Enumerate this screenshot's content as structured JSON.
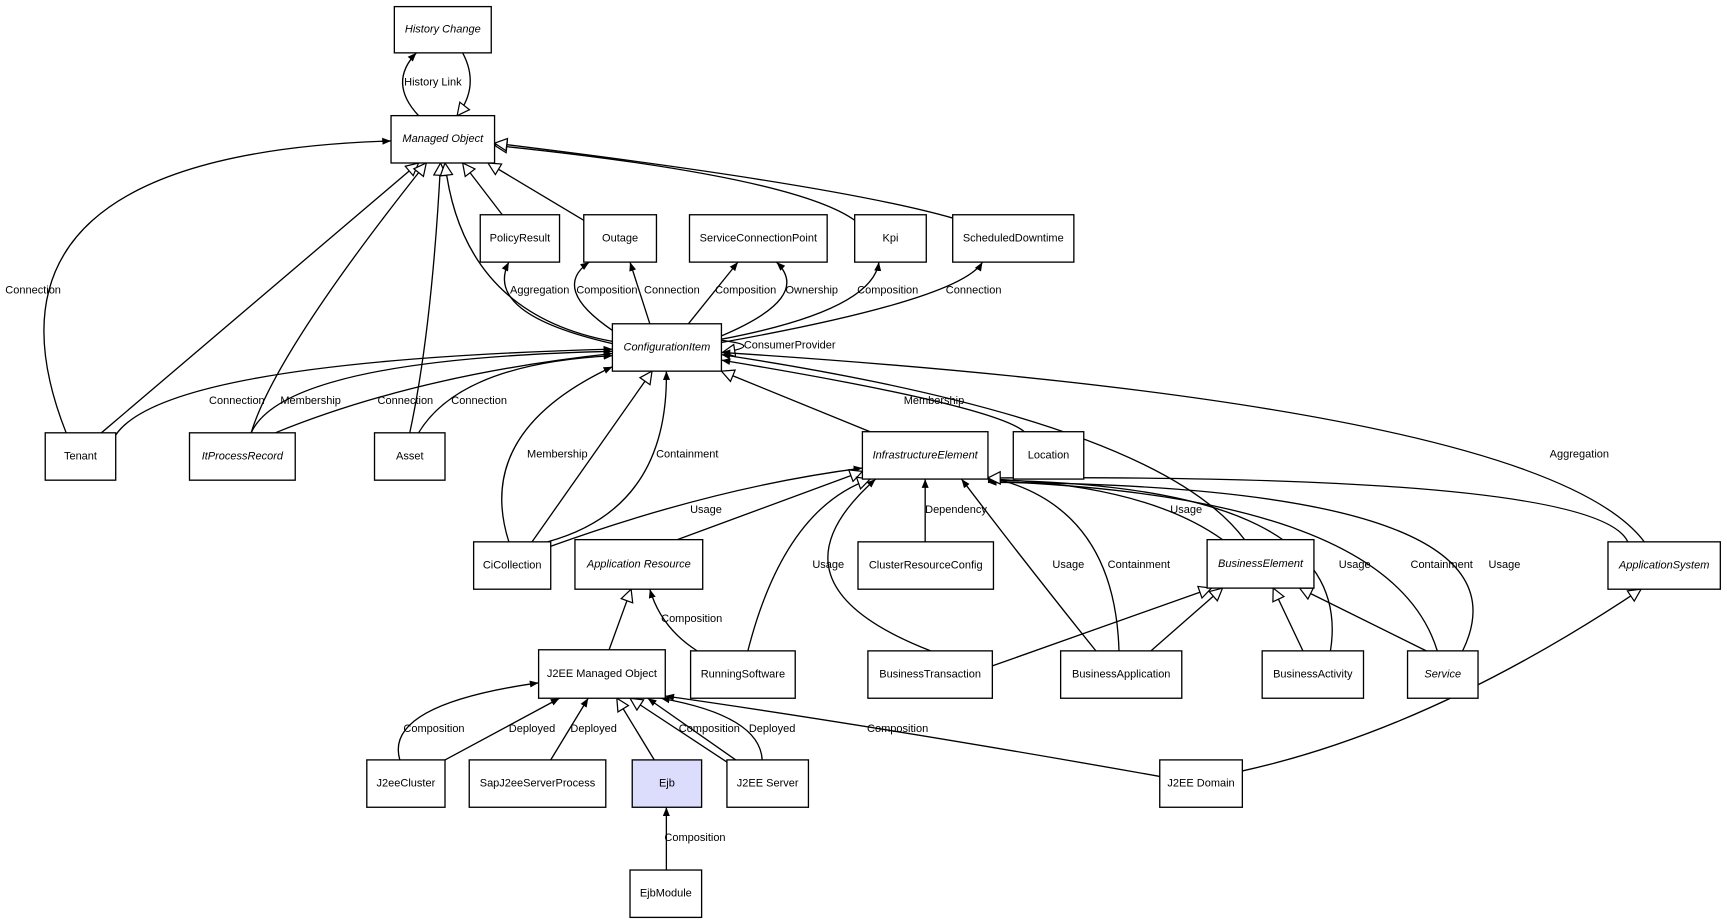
{
  "colors": {
    "highlight_fill": "#dcdcfc",
    "node_fill": "#ffffff",
    "stroke": "#000000"
  },
  "nodes": [
    {
      "id": "history_change",
      "label": "History Change",
      "abstract": true
    },
    {
      "id": "managed_object",
      "label": "Managed Object",
      "abstract": true
    },
    {
      "id": "policy_result",
      "label": "PolicyResult",
      "abstract": false
    },
    {
      "id": "outage",
      "label": "Outage",
      "abstract": false
    },
    {
      "id": "service_connection_point",
      "label": "ServiceConnectionPoint",
      "abstract": false
    },
    {
      "id": "kpi",
      "label": "Kpi",
      "abstract": false
    },
    {
      "id": "scheduled_downtime",
      "label": "ScheduledDowntime",
      "abstract": false
    },
    {
      "id": "configuration_item",
      "label": "ConfigurationItem",
      "abstract": true
    },
    {
      "id": "tenant",
      "label": "Tenant",
      "abstract": false
    },
    {
      "id": "it_process_record",
      "label": "ItProcessRecord",
      "abstract": true
    },
    {
      "id": "asset",
      "label": "Asset",
      "abstract": false
    },
    {
      "id": "infrastructure_element",
      "label": "InfrastructureElement",
      "abstract": true
    },
    {
      "id": "location",
      "label": "Location",
      "abstract": false
    },
    {
      "id": "ci_collection",
      "label": "CiCollection",
      "abstract": false
    },
    {
      "id": "application_resource",
      "label": "Application Resource",
      "abstract": true
    },
    {
      "id": "cluster_resource_config",
      "label": "ClusterResourceConfig",
      "abstract": false
    },
    {
      "id": "business_element",
      "label": "BusinessElement",
      "abstract": true
    },
    {
      "id": "application_system",
      "label": "ApplicationSystem",
      "abstract": true
    },
    {
      "id": "j2ee_managed_object",
      "label": "J2EE Managed Object",
      "abstract": false
    },
    {
      "id": "running_software",
      "label": "RunningSoftware",
      "abstract": false
    },
    {
      "id": "business_transaction",
      "label": "BusinessTransaction",
      "abstract": false
    },
    {
      "id": "business_application",
      "label": "BusinessApplication",
      "abstract": false
    },
    {
      "id": "business_activity",
      "label": "BusinessActivity",
      "abstract": false
    },
    {
      "id": "service",
      "label": "Service",
      "abstract": true
    },
    {
      "id": "j2ee_cluster",
      "label": "J2eeCluster",
      "abstract": false
    },
    {
      "id": "sap_j2ee_server_process",
      "label": "SapJ2eeServerProcess",
      "abstract": false
    },
    {
      "id": "ejb",
      "label": "Ejb",
      "abstract": false,
      "highlighted": true
    },
    {
      "id": "j2ee_server",
      "label": "J2EE Server",
      "abstract": false
    },
    {
      "id": "j2ee_domain",
      "label": "J2EE Domain",
      "abstract": false
    },
    {
      "id": "ejb_module",
      "label": "EjbModule",
      "abstract": false
    }
  ],
  "edges": [
    {
      "from": "managed_object",
      "to": "history_change",
      "kind": "association",
      "label": "History Link"
    },
    {
      "from": "history_change",
      "to": "managed_object",
      "kind": "generalization",
      "label": ""
    },
    {
      "from": "tenant",
      "to": "managed_object",
      "kind": "association",
      "label": "Connection"
    },
    {
      "from": "tenant",
      "to": "managed_object",
      "kind": "generalization",
      "label": ""
    },
    {
      "from": "it_process_record",
      "to": "managed_object",
      "kind": "generalization",
      "label": ""
    },
    {
      "from": "asset",
      "to": "managed_object",
      "kind": "generalization",
      "label": ""
    },
    {
      "from": "configuration_item",
      "to": "managed_object",
      "kind": "generalization",
      "label": ""
    },
    {
      "from": "policy_result",
      "to": "managed_object",
      "kind": "generalization",
      "label": ""
    },
    {
      "from": "outage",
      "to": "managed_object",
      "kind": "generalization",
      "label": ""
    },
    {
      "from": "kpi",
      "to": "managed_object",
      "kind": "generalization",
      "label": ""
    },
    {
      "from": "scheduled_downtime",
      "to": "managed_object",
      "kind": "generalization",
      "label": ""
    },
    {
      "from": "configuration_item",
      "to": "policy_result",
      "kind": "association",
      "label": "Aggregation"
    },
    {
      "from": "configuration_item",
      "to": "outage",
      "kind": "association",
      "label": "Composition"
    },
    {
      "from": "configuration_item",
      "to": "outage",
      "kind": "association",
      "label": "Connection"
    },
    {
      "from": "configuration_item",
      "to": "service_connection_point",
      "kind": "association",
      "label": "Composition"
    },
    {
      "from": "configuration_item",
      "to": "service_connection_point",
      "kind": "association",
      "label": "Ownership"
    },
    {
      "from": "configuration_item",
      "to": "kpi",
      "kind": "association",
      "label": "Composition"
    },
    {
      "from": "configuration_item",
      "to": "scheduled_downtime",
      "kind": "association",
      "label": "Connection"
    },
    {
      "from": "configuration_item",
      "to": "configuration_item",
      "kind": "generalization",
      "label": "ConsumerProvider"
    },
    {
      "from": "tenant",
      "to": "configuration_item",
      "kind": "association",
      "label": "Connection"
    },
    {
      "from": "it_process_record",
      "to": "configuration_item",
      "kind": "association",
      "label": "Membership"
    },
    {
      "from": "it_process_record",
      "to": "configuration_item",
      "kind": "association",
      "label": "Connection"
    },
    {
      "from": "asset",
      "to": "configuration_item",
      "kind": "association",
      "label": "Connection"
    },
    {
      "from": "ci_collection",
      "to": "configuration_item",
      "kind": "association",
      "label": "Membership"
    },
    {
      "from": "ci_collection",
      "to": "configuration_item",
      "kind": "generalization",
      "label": ""
    },
    {
      "from": "ci_collection",
      "to": "configuration_item",
      "kind": "association",
      "label": "Containment"
    },
    {
      "from": "infrastructure_element",
      "to": "configuration_item",
      "kind": "generalization",
      "label": ""
    },
    {
      "from": "location",
      "to": "configuration_item",
      "kind": "association",
      "label": "Membership"
    },
    {
      "from": "business_element",
      "to": "configuration_item",
      "kind": "association",
      "label": ""
    },
    {
      "from": "application_system",
      "to": "configuration_item",
      "kind": "association",
      "label": "Aggregation"
    },
    {
      "from": "ci_collection",
      "to": "infrastructure_element",
      "kind": "association",
      "label": "Usage"
    },
    {
      "from": "application_resource",
      "to": "infrastructure_element",
      "kind": "generalization",
      "label": ""
    },
    {
      "from": "running_software",
      "to": "infrastructure_element",
      "kind": "generalization",
      "label": ""
    },
    {
      "from": "business_transaction",
      "to": "infrastructure_element",
      "kind": "association",
      "label": "Usage"
    },
    {
      "from": "cluster_resource_config",
      "to": "infrastructure_element",
      "kind": "association",
      "label": "Dependency"
    },
    {
      "from": "business_application",
      "to": "infrastructure_element",
      "kind": "association",
      "label": "Usage"
    },
    {
      "from": "business_application",
      "to": "infrastructure_element",
      "kind": "association",
      "label": "Containment"
    },
    {
      "from": "business_element",
      "to": "infrastructure_element",
      "kind": "association",
      "label": "Usage"
    },
    {
      "from": "business_activity",
      "to": "infrastructure_element",
      "kind": "association",
      "label": "Usage"
    },
    {
      "from": "service",
      "to": "infrastructure_element",
      "kind": "association",
      "label": "Containment"
    },
    {
      "from": "service",
      "to": "infrastructure_element",
      "kind": "association",
      "label": "Usage"
    },
    {
      "from": "application_system",
      "to": "infrastructure_element",
      "kind": "generalization",
      "label": ""
    },
    {
      "from": "business_transaction",
      "to": "business_element",
      "kind": "generalization",
      "label": ""
    },
    {
      "from": "business_application",
      "to": "business_element",
      "kind": "generalization",
      "label": ""
    },
    {
      "from": "business_activity",
      "to": "business_element",
      "kind": "generalization",
      "label": ""
    },
    {
      "from": "service",
      "to": "business_element",
      "kind": "generalization",
      "label": ""
    },
    {
      "from": "j2ee_domain",
      "to": "application_system",
      "kind": "generalization",
      "label": ""
    },
    {
      "from": "j2ee_domain",
      "to": "j2ee_managed_object",
      "kind": "association",
      "label": "Composition"
    },
    {
      "from": "j2ee_managed_object",
      "to": "application_resource",
      "kind": "generalization",
      "label": ""
    },
    {
      "from": "running_software",
      "to": "application_resource",
      "kind": "association",
      "label": "Composition"
    },
    {
      "from": "j2ee_cluster",
      "to": "j2ee_managed_object",
      "kind": "association",
      "label": "Composition"
    },
    {
      "from": "j2ee_cluster",
      "to": "j2ee_managed_object",
      "kind": "association",
      "label": "Deployed"
    },
    {
      "from": "sap_j2ee_server_process",
      "to": "j2ee_managed_object",
      "kind": "association",
      "label": "Deployed"
    },
    {
      "from": "ejb",
      "to": "j2ee_managed_object",
      "kind": "generalization",
      "label": ""
    },
    {
      "from": "j2ee_server",
      "to": "j2ee_managed_object",
      "kind": "generalization",
      "label": ""
    },
    {
      "from": "j2ee_server",
      "to": "j2ee_managed_object",
      "kind": "association",
      "label": "Composition"
    },
    {
      "from": "j2ee_server",
      "to": "j2ee_managed_object",
      "kind": "association",
      "label": "Deployed"
    },
    {
      "from": "ejb_module",
      "to": "ejb",
      "kind": "association",
      "label": "Composition"
    }
  ]
}
